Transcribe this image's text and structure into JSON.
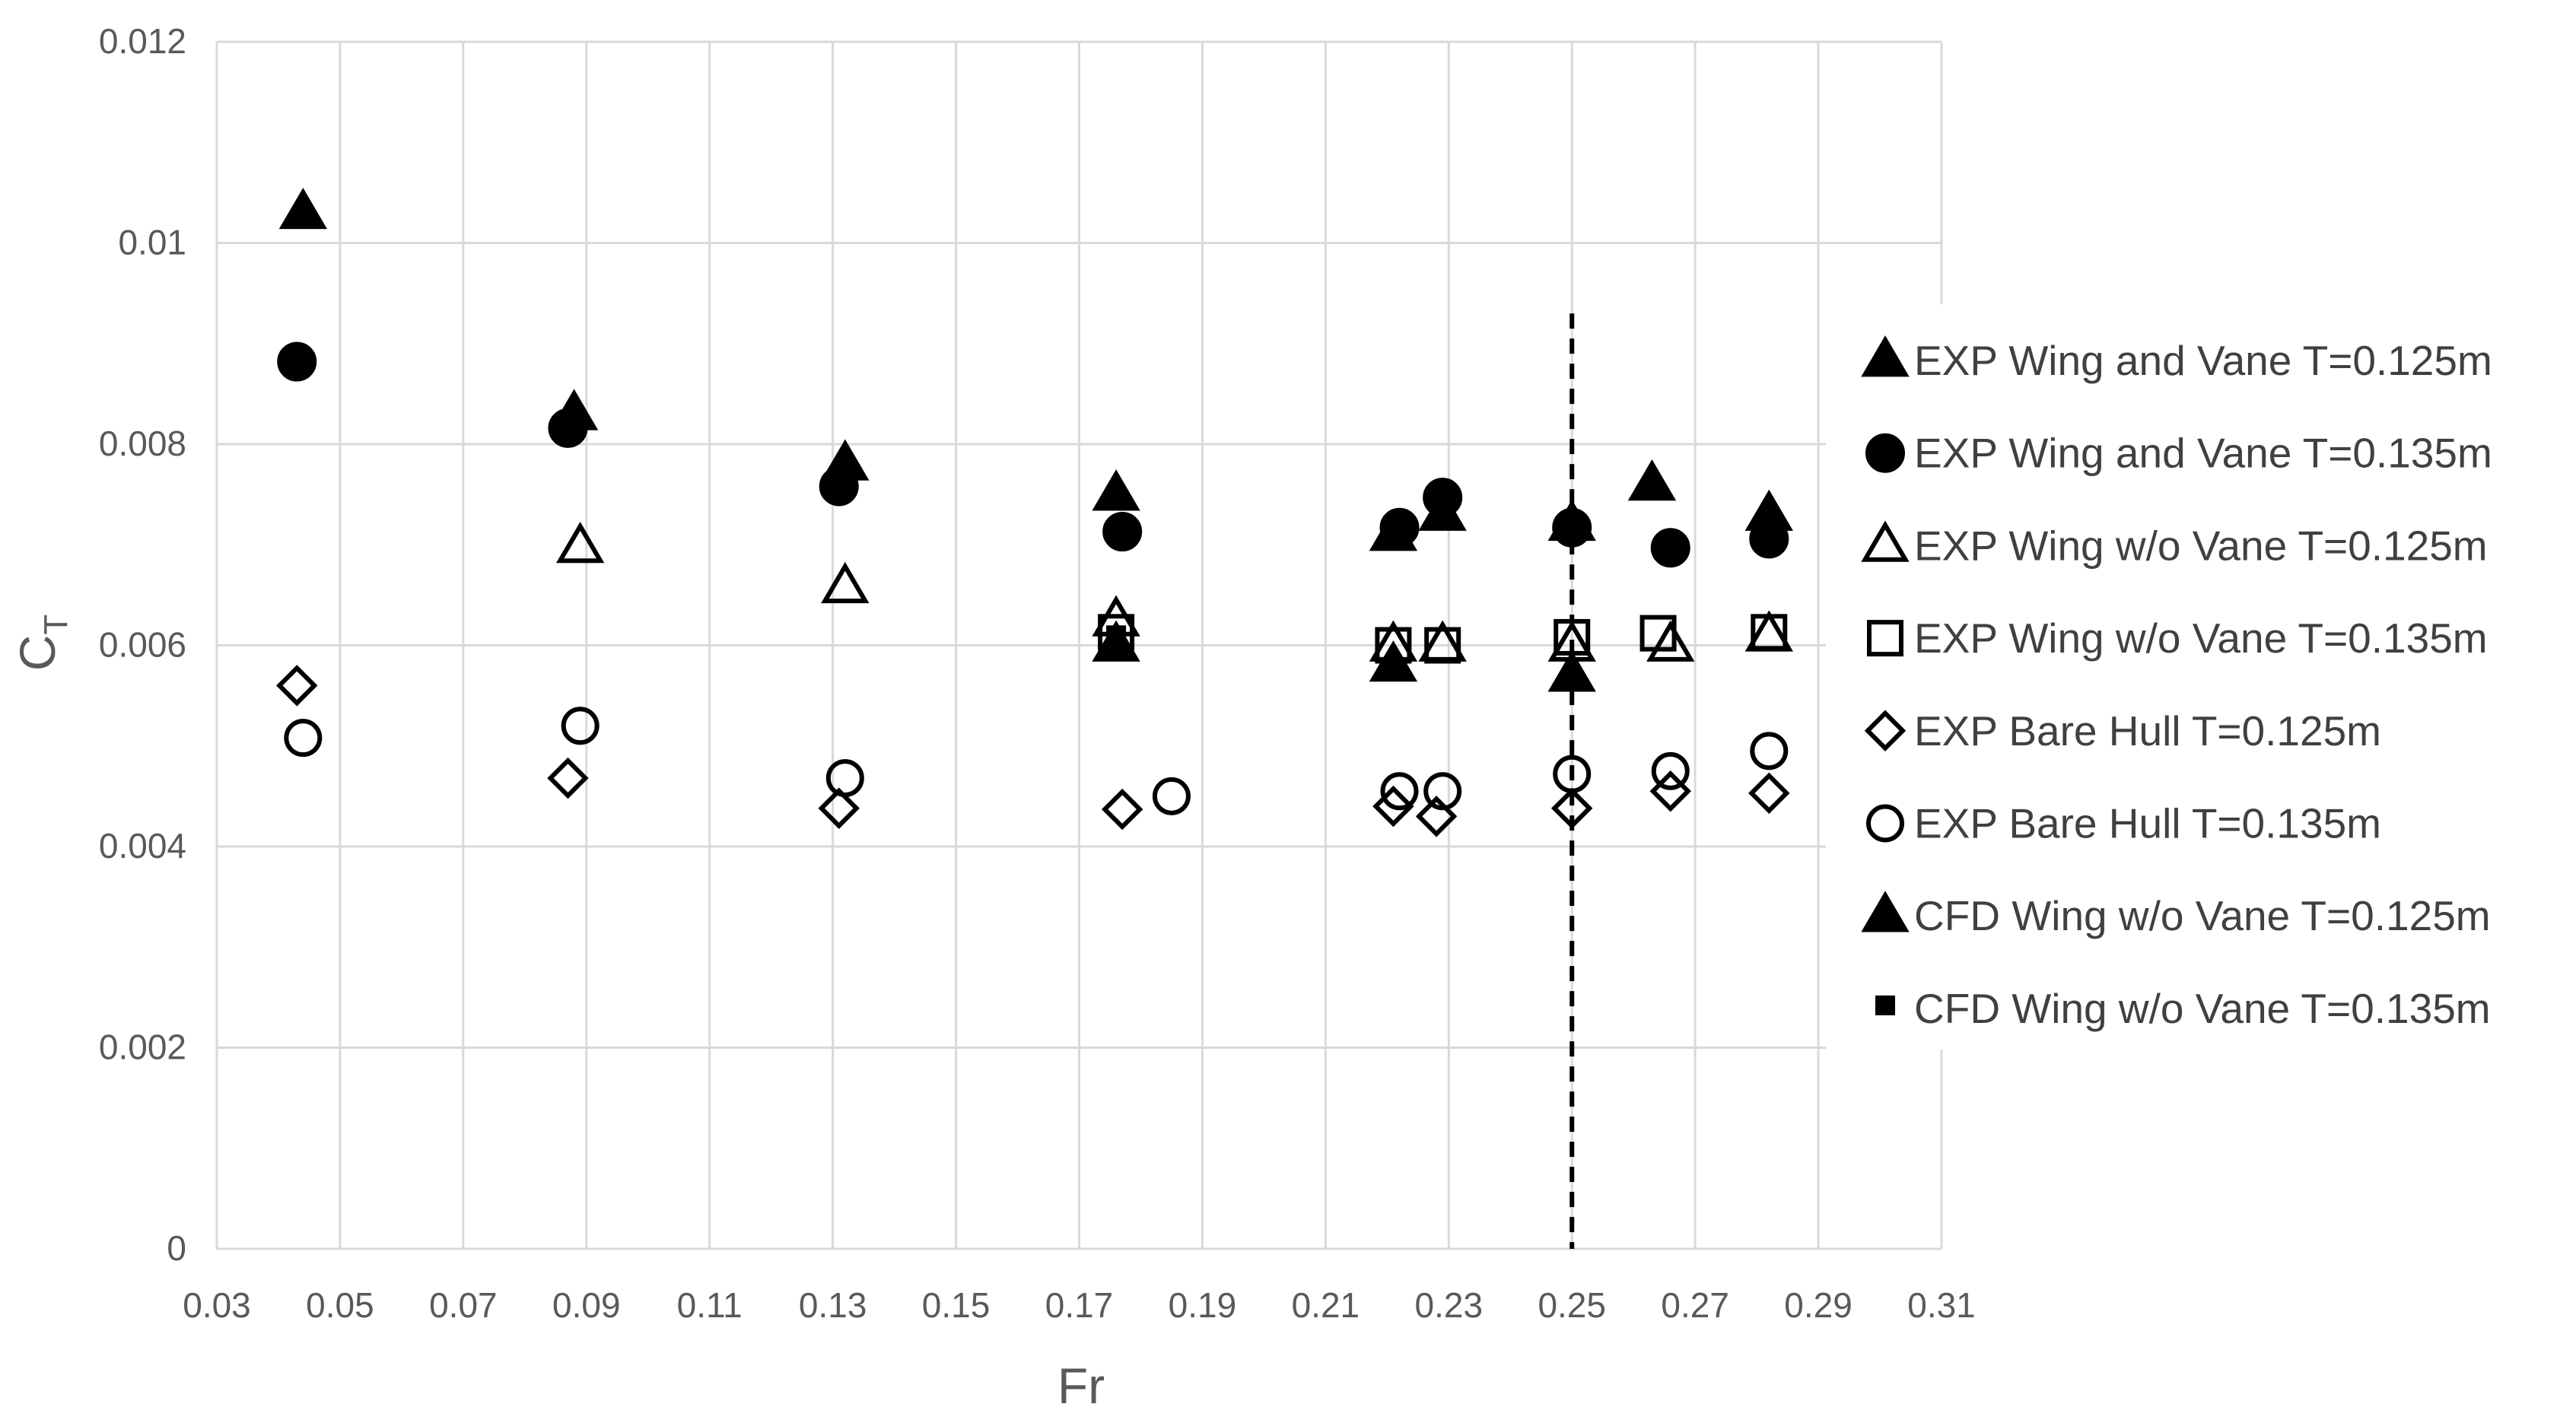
{
  "chart_data": {
    "type": "scatter",
    "title": "",
    "xlabel": "Fr",
    "ylabel_main": "C",
    "ylabel_sub": "T",
    "xlim": [
      0.03,
      0.31
    ],
    "ylim": [
      0,
      0.012
    ],
    "x_ticks": [
      "0.03",
      "0.05",
      "0.07",
      "0.09",
      "0.11",
      "0.13",
      "0.15",
      "0.17",
      "0.19",
      "0.21",
      "0.23",
      "0.25",
      "0.27",
      "0.29",
      "0.31"
    ],
    "y_ticks": [
      "0",
      "0.002",
      "0.004",
      "0.006",
      "0.008",
      "0.01",
      "0.012"
    ],
    "grid": true,
    "legend_position": "right",
    "reference_line": {
      "x": 0.25,
      "y_top": 0.0093,
      "style": "dashed"
    },
    "series": [
      {
        "name": "EXP Wing and Vane T=0.125m",
        "marker": "triangle-filled",
        "points": [
          [
            0.044,
            0.0103
          ],
          [
            0.088,
            0.0083
          ],
          [
            0.132,
            0.0078
          ],
          [
            0.176,
            0.0075
          ],
          [
            0.221,
            0.0071
          ],
          [
            0.229,
            0.0073
          ],
          [
            0.25,
            0.0072
          ],
          [
            0.263,
            0.0076
          ],
          [
            0.282,
            0.0073
          ]
        ]
      },
      {
        "name": "EXP Wing and Vane T=0.135m",
        "marker": "circle-filled",
        "points": [
          [
            0.043,
            0.00882
          ],
          [
            0.087,
            0.00816
          ],
          [
            0.131,
            0.00758
          ],
          [
            0.177,
            0.00713
          ],
          [
            0.222,
            0.00717
          ],
          [
            0.229,
            0.00747
          ],
          [
            0.25,
            0.00717
          ],
          [
            0.266,
            0.00697
          ],
          [
            0.282,
            0.00706
          ]
        ]
      },
      {
        "name": "EXP Wing w/o Vane T=0.125m",
        "marker": "triangle-open",
        "points": [
          [
            0.089,
            0.00698
          ],
          [
            0.132,
            0.00658
          ],
          [
            0.176,
            0.00625
          ],
          [
            0.221,
            0.006
          ],
          [
            0.229,
            0.006
          ],
          [
            0.25,
            0.006
          ],
          [
            0.266,
            0.006
          ],
          [
            0.282,
            0.0061
          ]
        ]
      },
      {
        "name": "EXP Wing w/o Vane T=0.135m",
        "marker": "square-open",
        "points": [
          [
            0.176,
            0.00613
          ],
          [
            0.221,
            0.006
          ],
          [
            0.229,
            0.006
          ],
          [
            0.25,
            0.00608
          ],
          [
            0.264,
            0.00612
          ],
          [
            0.282,
            0.00613
          ]
        ]
      },
      {
        "name": "EXP Bare Hull T=0.125m",
        "marker": "diamond-open",
        "points": [
          [
            0.043,
            0.0056
          ],
          [
            0.087,
            0.00468
          ],
          [
            0.131,
            0.00438
          ],
          [
            0.177,
            0.00437
          ],
          [
            0.221,
            0.0044
          ],
          [
            0.228,
            0.0043
          ],
          [
            0.25,
            0.00438
          ],
          [
            0.266,
            0.00455
          ],
          [
            0.282,
            0.00453
          ]
        ]
      },
      {
        "name": "EXP Bare Hull T=0.135m",
        "marker": "circle-open",
        "points": [
          [
            0.044,
            0.00508
          ],
          [
            0.089,
            0.0052
          ],
          [
            0.132,
            0.00468
          ],
          [
            0.185,
            0.0045
          ],
          [
            0.222,
            0.00455
          ],
          [
            0.229,
            0.00455
          ],
          [
            0.25,
            0.00472
          ],
          [
            0.266,
            0.00475
          ],
          [
            0.282,
            0.00495
          ]
        ]
      },
      {
        "name": "CFD Wing w/o Vane T=0.125m",
        "marker": "triangle-filled",
        "points": [
          [
            0.176,
            0.006
          ],
          [
            0.221,
            0.0058
          ],
          [
            0.25,
            0.0057
          ]
        ]
      },
      {
        "name": "CFD Wing w/o Vane T=0.135m",
        "marker": "square-filled-small",
        "points": [
          [
            0.176,
            0.0061
          ]
        ]
      }
    ]
  }
}
